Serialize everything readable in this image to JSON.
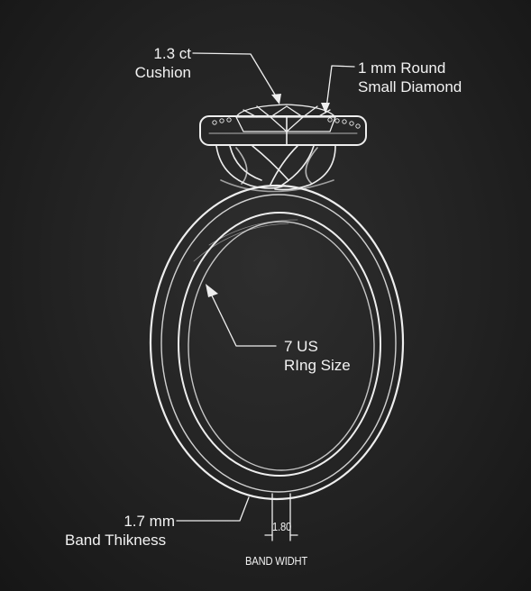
{
  "labels": {
    "stone": {
      "line1": "1.3 ct",
      "line2": "Cushion"
    },
    "accent": {
      "line1": "1 mm Round",
      "line2": "Small Diamond"
    },
    "size": {
      "line1": "7 US",
      "line2": "RIng Size"
    },
    "thickness": {
      "line1": "1.7 mm",
      "line2": "Band Thikness"
    },
    "width_value": "1.80",
    "width_label": "BAND WIDHT"
  },
  "colors": {
    "chalk": "#f2f2f2",
    "board": "#222222"
  }
}
